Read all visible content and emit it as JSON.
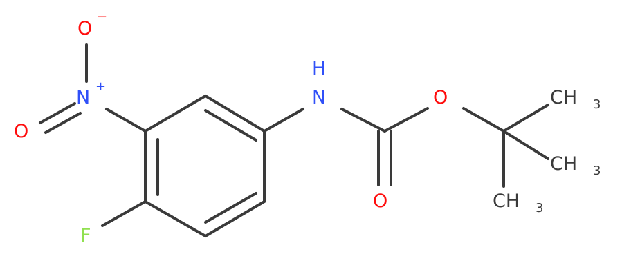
{
  "colors": {
    "bond": "#3a3a3a",
    "oxygen": "#ff0d0d",
    "nitrogen": "#3050f8",
    "fluorine": "#90e050",
    "carbon_label": "#3a3a3a",
    "background": "#ffffff"
  },
  "atoms": {
    "o_minus": {
      "symbol": "O",
      "charge": "−"
    },
    "n_nitro": {
      "symbol": "N",
      "charge": "+"
    },
    "o_nitro": {
      "symbol": "O"
    },
    "fluorine": {
      "symbol": "F"
    },
    "nh": {
      "symbol": "N",
      "h": "H"
    },
    "o_carbonyl": {
      "symbol": "O"
    },
    "o_ester": {
      "symbol": "O"
    },
    "ch3_top": {
      "symbol": "CH",
      "sub": "3"
    },
    "ch3_mid": {
      "symbol": "CH",
      "sub": "3"
    },
    "ch3_bot": {
      "symbol": "CH",
      "sub": "3"
    }
  }
}
